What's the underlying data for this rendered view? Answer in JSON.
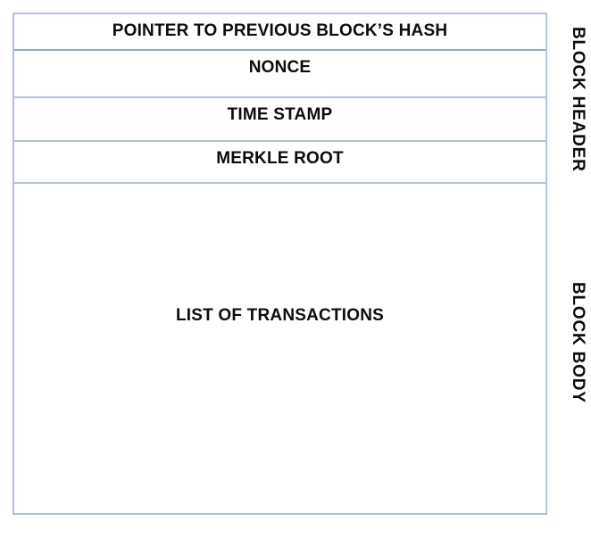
{
  "diagram": {
    "type": "blockchain-block-structure",
    "header_rows": [
      {
        "label": "POINTER TO PREVIOUS BLOCK’S HASH"
      },
      {
        "label": "NONCE"
      },
      {
        "label": "TIME STAMP"
      },
      {
        "label": "MERKLE ROOT"
      }
    ],
    "body_row": {
      "label": "LIST OF TRANSACTIONS"
    },
    "side_labels": {
      "header": "BLOCK HEADER",
      "body": "BLOCK BODY"
    },
    "colors": {
      "border": "#b6c2e2",
      "border_dark": "#8fa5d3",
      "text": "#0c0c0c",
      "background": "#ffffff"
    }
  }
}
